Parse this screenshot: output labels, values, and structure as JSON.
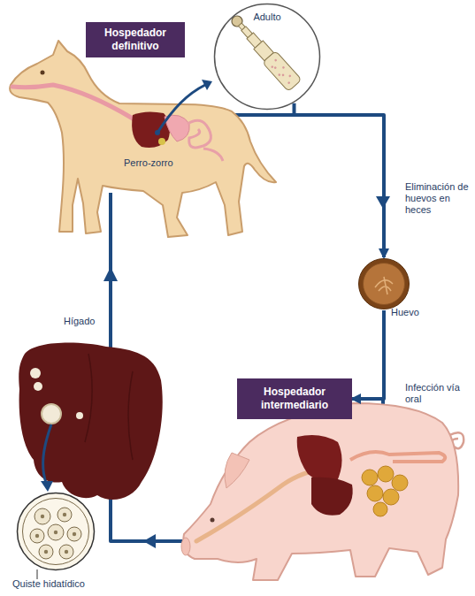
{
  "diagram": {
    "nodes": [
      {
        "text": [
          "Hospedador definitivo"
        ]
      },
      {
        "text": [
          "Adulto"
        ]
      },
      {
        "text": [
          "Huevo"
        ]
      },
      {
        "text": [
          "Hospedador intermediario"
        ]
      },
      {
        "text": [
          "Quiste hidatídico"
        ]
      }
    ],
    "edges": [
      {
        "from": 1,
        "to": 2,
        "arrow": "to",
        "label": "Eliminación de huevos en heces"
      },
      {
        "from": 2,
        "to": 3,
        "arrow": "to",
        "label": "Infección vía oral"
      }
    ],
    "labels": [
      "Perro-zorro",
      "Hígado"
    ]
  }
}
